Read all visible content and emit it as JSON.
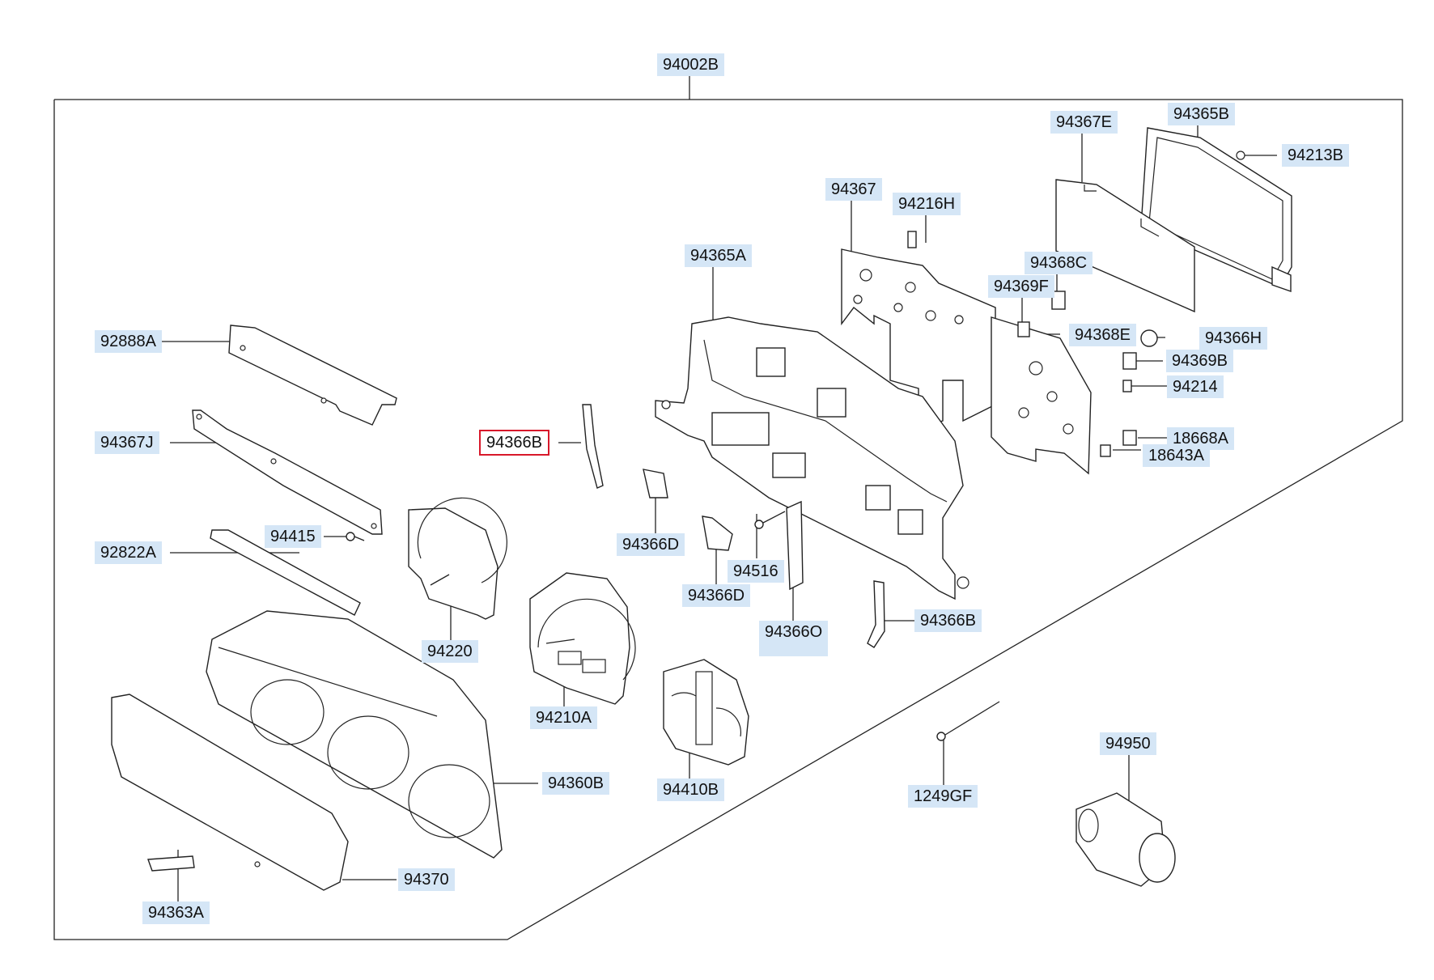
{
  "diagram": {
    "accent_label_bg": "#d5e6f6",
    "selected_outline_color": "#d8182a",
    "assembly_label": "94002B",
    "selected_part": "94366B",
    "parts": [
      {
        "code": "94002B"
      },
      {
        "code": "94367E"
      },
      {
        "code": "94365B"
      },
      {
        "code": "94213B"
      },
      {
        "code": "94367"
      },
      {
        "code": "94216H"
      },
      {
        "code": "94365A"
      },
      {
        "code": "94368C"
      },
      {
        "code": "94369F"
      },
      {
        "code": "94368E"
      },
      {
        "code": "94366H"
      },
      {
        "code": "94369B"
      },
      {
        "code": "94214"
      },
      {
        "code": "18668A"
      },
      {
        "code": "18643A"
      },
      {
        "code": "92888A"
      },
      {
        "code": "94367J"
      },
      {
        "code": "94366B"
      },
      {
        "code": "94415"
      },
      {
        "code": "92822A"
      },
      {
        "code": "94366D"
      },
      {
        "code": "94516"
      },
      {
        "code": "94366D"
      },
      {
        "code": "94366O"
      },
      {
        "code": "94366B"
      },
      {
        "code": "94220"
      },
      {
        "code": "94210A"
      },
      {
        "code": "94360B"
      },
      {
        "code": "94410B"
      },
      {
        "code": "1249GF"
      },
      {
        "code": "94950"
      },
      {
        "code": "94370"
      },
      {
        "code": "94363A"
      }
    ]
  }
}
